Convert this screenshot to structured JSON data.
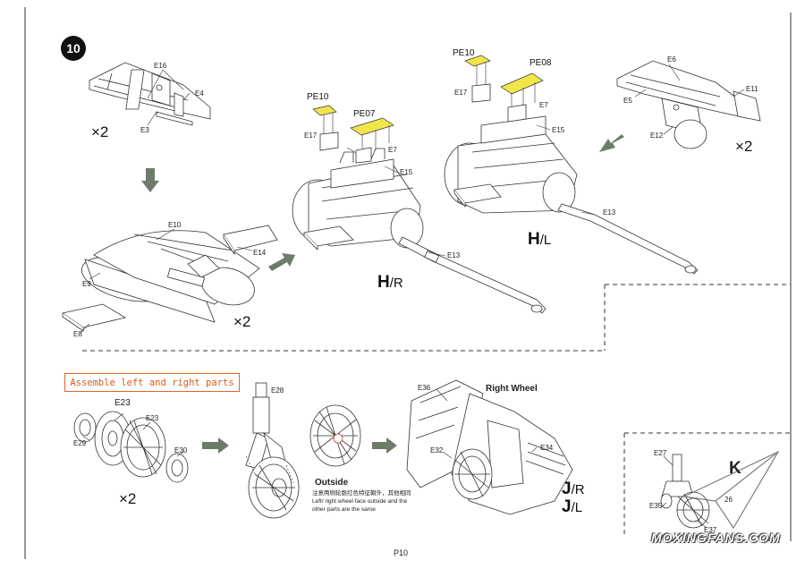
{
  "step": {
    "number": "10"
  },
  "labels": {
    "top_left": {
      "e16": "E16",
      "e4": "E4",
      "e3": "E3",
      "mult": "×2"
    },
    "mid_left": {
      "e10": "E10",
      "e14": "E14",
      "e9": "E9",
      "e8": "E8",
      "mult": "×2"
    },
    "center": {
      "pe10": "PE10",
      "pe07": "PE07",
      "e17": "E17",
      "e7": "E7",
      "e15": "E15",
      "e13": "E13"
    },
    "right_mid": {
      "pe10": "PE10",
      "pe08": "PE08",
      "e17": "E17",
      "e7": "E7",
      "e15": "E15",
      "e13": "E13"
    },
    "top_right": {
      "e6": "E6",
      "e5": "E5",
      "e11": "E11",
      "e12": "E12",
      "mult": "×2"
    },
    "wheels": {
      "e23a": "E23",
      "e23b": "E23",
      "e29": "E29",
      "e30": "E30",
      "mult": "×2"
    },
    "strut": {
      "e28": "E28"
    },
    "right_wheel": {
      "e36": "E36",
      "e32": "E32",
      "e34": "E34"
    },
    "k_assembly": {
      "e27": "E27",
      "e26": "26",
      "e35": "E35",
      "e37": "E37"
    }
  },
  "variants": {
    "hr": {
      "letter": "H",
      "side": "/R"
    },
    "hl": {
      "letter": "H",
      "side": "/L"
    },
    "jr": {
      "letter": "J",
      "side": "/R"
    },
    "jl": {
      "letter": "J",
      "side": "/L"
    },
    "k": "K"
  },
  "assemble_note": "Assemble left and right parts",
  "right_wheel_title": "Right Wheel",
  "outside_title": "Outside",
  "outside_note": {
    "line1": "注意两侧轮毂红色特征朝外，其他相同",
    "line2": "Left/ right wheel face outside and the",
    "line3": "other parts are the same"
  },
  "page_number": "P10",
  "watermark": "MOXINGFANS.COM",
  "colors": {
    "pe_plate": "#f0e64a",
    "arrow": "#6f7b6a",
    "accent": "#d76a2b"
  }
}
